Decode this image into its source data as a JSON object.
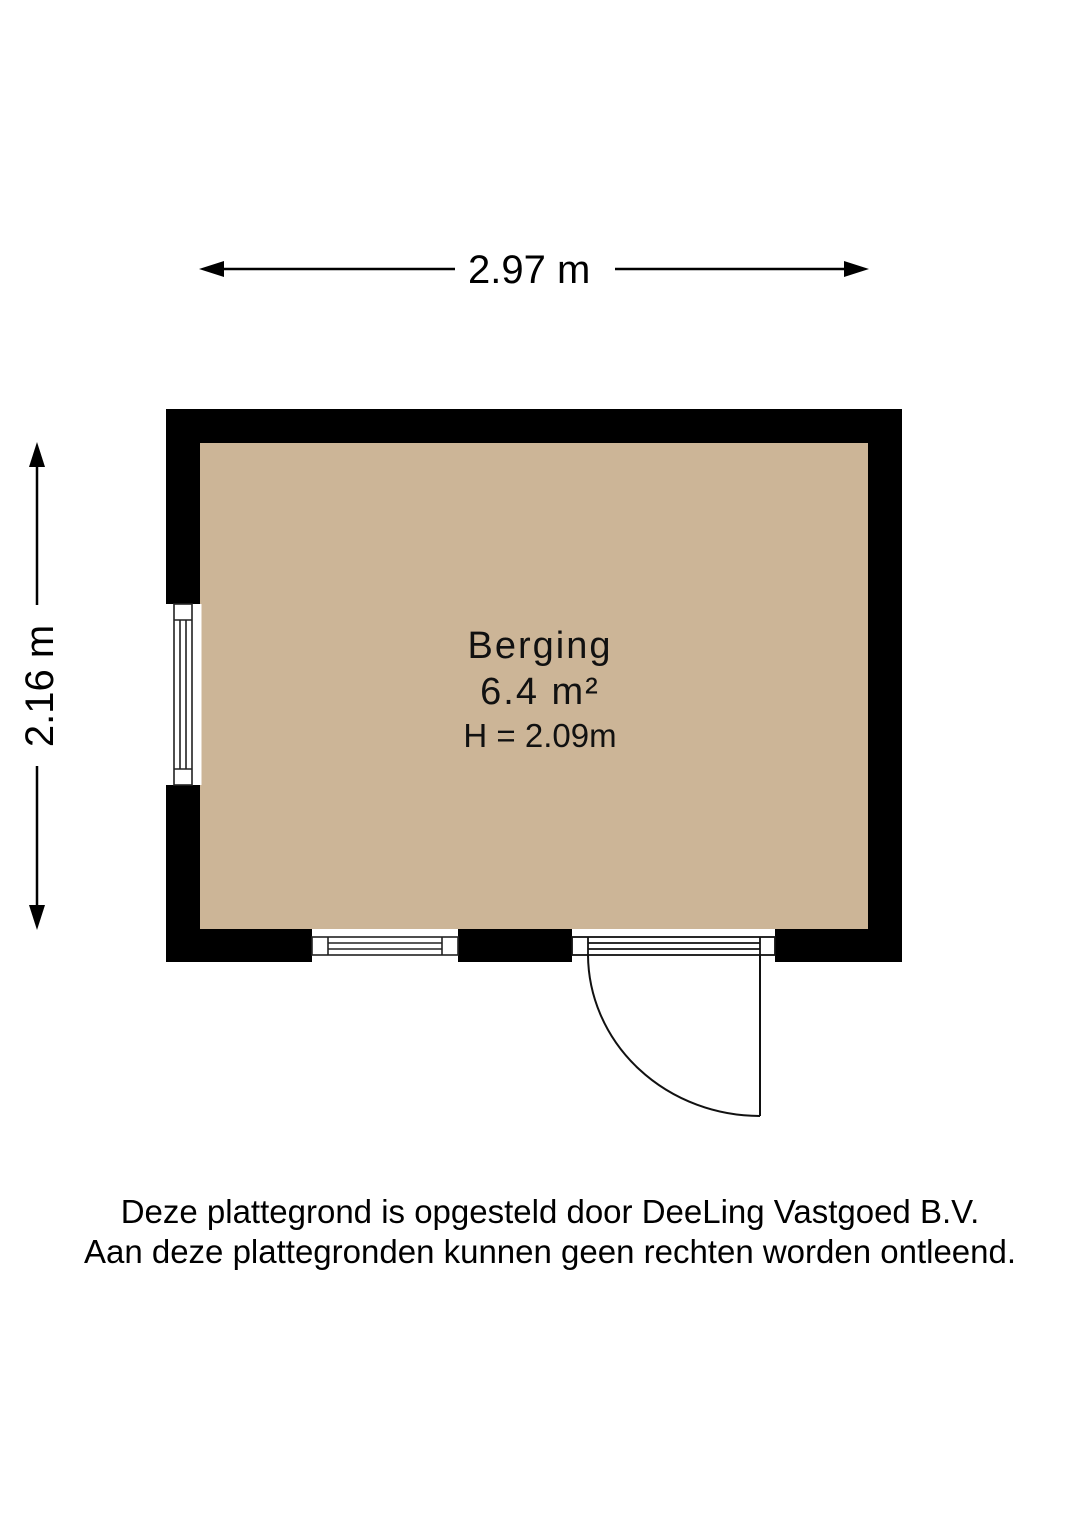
{
  "floorplan": {
    "dimensions": {
      "width_label": "2.97 m",
      "height_label": "2.16 m"
    },
    "room": {
      "name": "Berging",
      "area": "6.4 m²",
      "ceiling_height": "H = 2.09m",
      "floor_color": "#ccb597",
      "wall_color": "#000000"
    },
    "openings": [
      {
        "type": "window",
        "wall": "west"
      },
      {
        "type": "window",
        "wall": "south"
      },
      {
        "type": "door",
        "wall": "south",
        "swing": "outward"
      }
    ]
  },
  "disclaimer": {
    "line1": "Deze plattegrond is opgesteld door DeeLing Vastgoed B.V.",
    "line2": "Aan deze plattegronden kunnen geen rechten worden ontleend."
  }
}
